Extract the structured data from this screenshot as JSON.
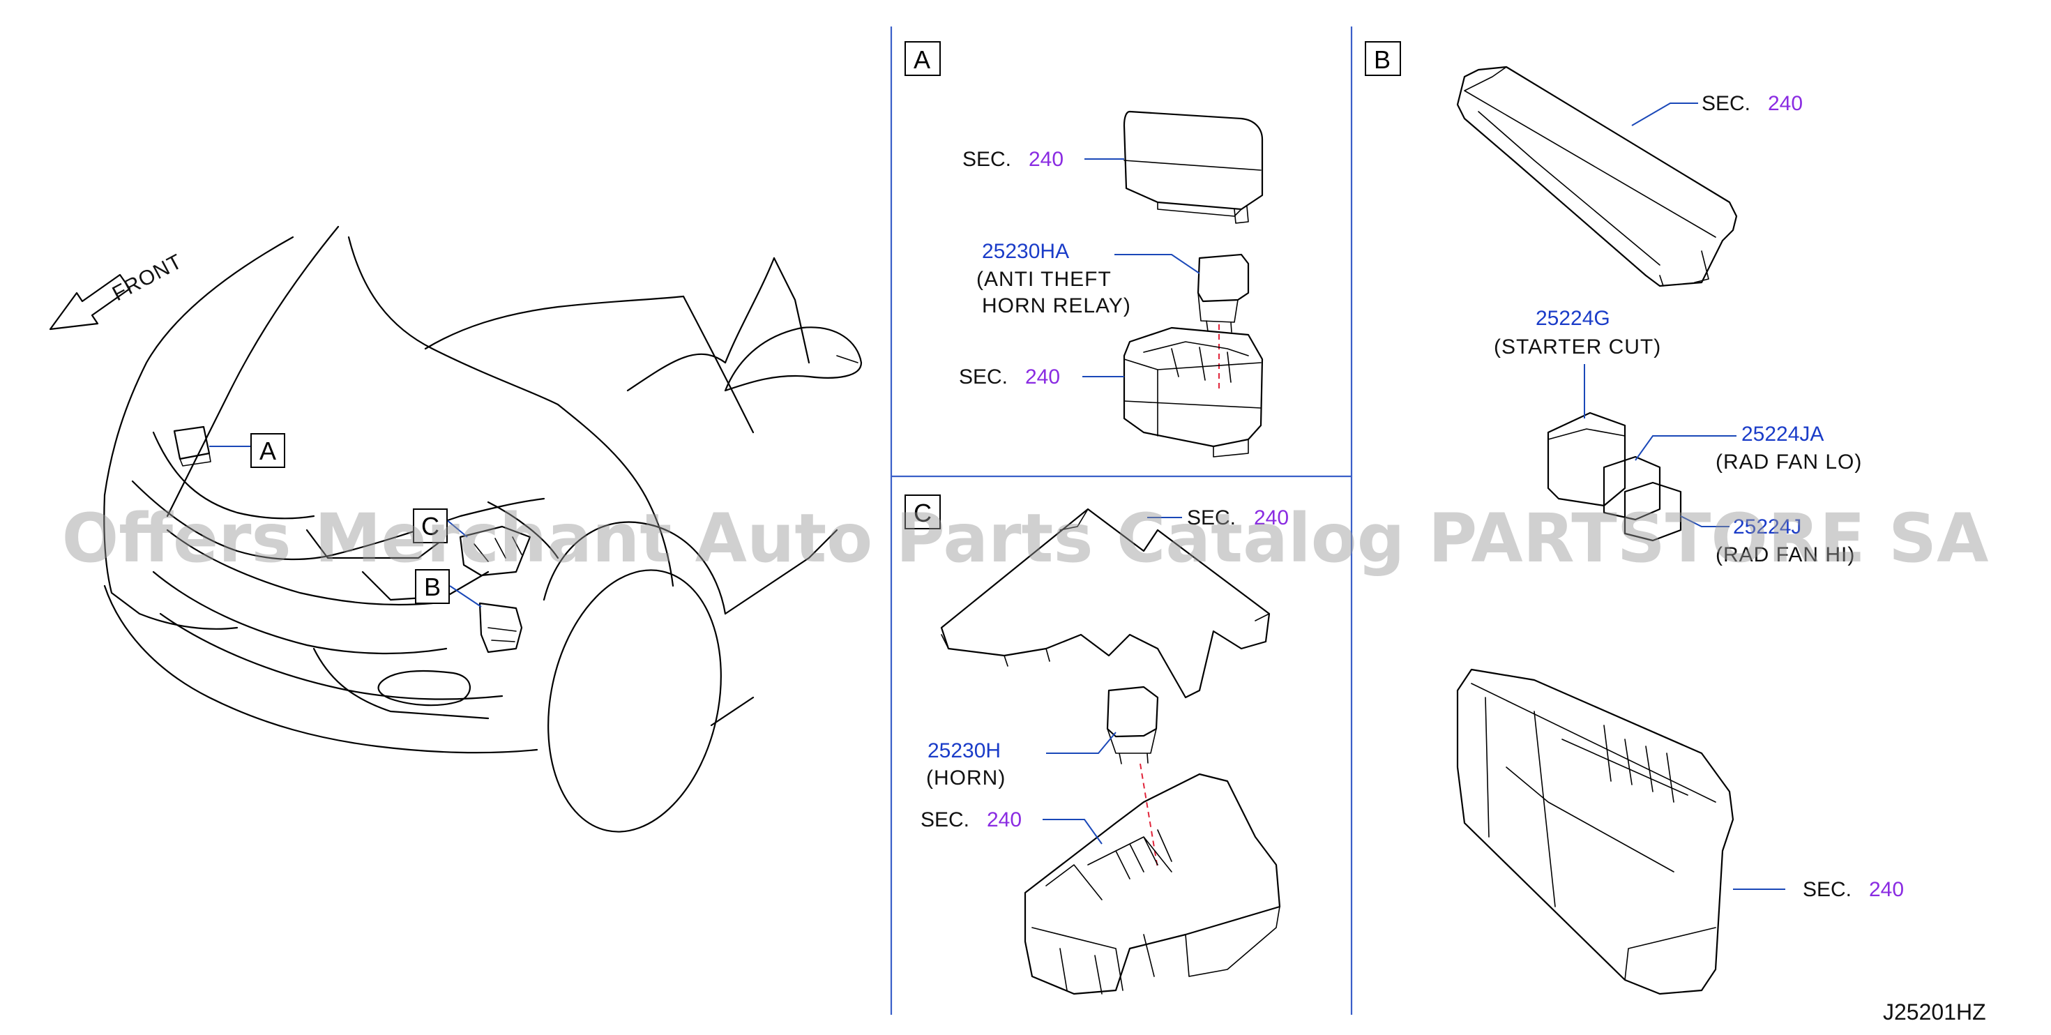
{
  "watermark": "Offers Merchant Auto Parts Catalog PARTSTORE SA",
  "diagram_code": "J25201HZ",
  "vehicle": {
    "front_label": "FRONT",
    "callouts": [
      "A",
      "B",
      "C"
    ]
  },
  "panel_a": {
    "label": "A",
    "cover_sec": {
      "sec": "SEC.",
      "num": "240"
    },
    "relay": {
      "part": "25230HA",
      "desc_line1": "(ANTI   THEFT",
      "desc_line2": "HORN   RELAY)"
    },
    "base_sec": {
      "sec": "SEC.",
      "num": "240"
    }
  },
  "panel_b": {
    "label": "B",
    "cover_sec": {
      "sec": "SEC.",
      "num": "240"
    },
    "relay1": {
      "part": "25224G",
      "desc": "(STARTER   CUT)"
    },
    "relay2": {
      "part": "25224JA",
      "desc": "(RAD   FAN   LO)"
    },
    "relay3": {
      "part": "25224J",
      "desc": "(RAD   FAN   HI)"
    },
    "base_sec": {
      "sec": "SEC.",
      "num": "240"
    }
  },
  "panel_c": {
    "label": "C",
    "cover_sec": {
      "sec": "SEC.",
      "num": "240"
    },
    "relay": {
      "part": "25230H",
      "desc": "(HORN)"
    },
    "base_sec": {
      "sec": "SEC.",
      "num": "240"
    }
  }
}
